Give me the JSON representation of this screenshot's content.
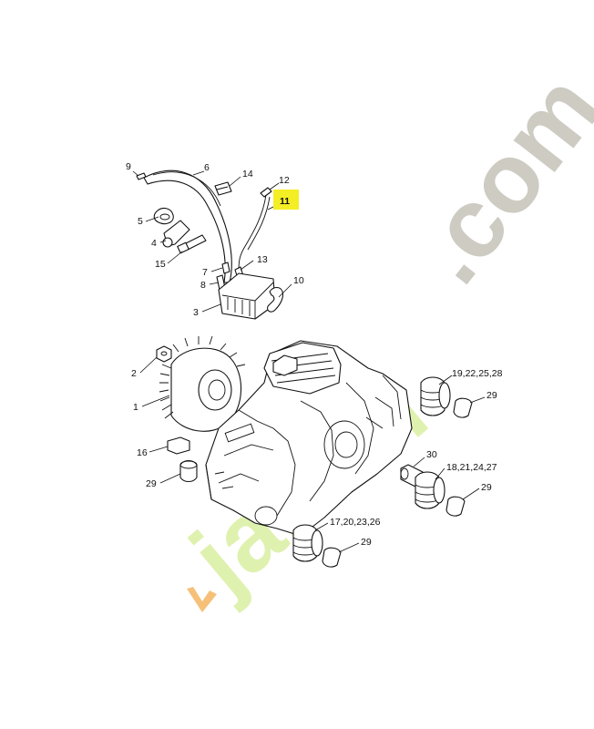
{
  "diagram": {
    "highlight_color": "#f4ee24",
    "highlighted_part": "11",
    "labels": {
      "l1": "1",
      "l2": "2",
      "l3": "3",
      "l4": "4",
      "l5": "5",
      "l6": "6",
      "l7": "7",
      "l8": "8",
      "l9": "9",
      "l10": "10",
      "l11": "11",
      "l12": "12",
      "l13": "13",
      "l14": "14",
      "l15": "15",
      "l16": "16",
      "l29a": "29",
      "l17": "17,20,23,26",
      "l29b": "29",
      "l30": "30",
      "l18": "18,21,24,27",
      "l29c": "29",
      "l19": "19,22,25,28",
      "l29d": "29"
    }
  },
  "watermark": {
    "text_gray": ".com",
    "text_green": "jardin",
    "color_gray": "#cdcbc2",
    "color_green": "#d8ee9c",
    "color_accent": "#f6c079"
  }
}
